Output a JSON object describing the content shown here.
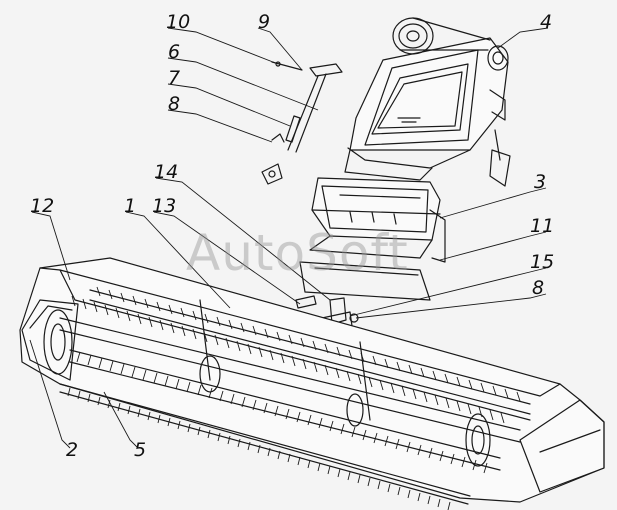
{
  "callouts": [
    {
      "id": "c10",
      "label": "10"
    },
    {
      "id": "c9",
      "label": "9"
    },
    {
      "id": "c4",
      "label": "4"
    },
    {
      "id": "c6",
      "label": "6"
    },
    {
      "id": "c7",
      "label": "7"
    },
    {
      "id": "c8a",
      "label": "8"
    },
    {
      "id": "c14",
      "label": "14"
    },
    {
      "id": "c3",
      "label": "3"
    },
    {
      "id": "c12",
      "label": "12"
    },
    {
      "id": "c1",
      "label": "1"
    },
    {
      "id": "c13",
      "label": "13"
    },
    {
      "id": "c11",
      "label": "11"
    },
    {
      "id": "c15",
      "label": "15"
    },
    {
      "id": "c8b",
      "label": "8"
    },
    {
      "id": "c2",
      "label": "2"
    },
    {
      "id": "c5",
      "label": "5"
    }
  ],
  "watermark": "AutoSoft",
  "colors": {
    "line": "#1a1a1a",
    "background": "#f4f4f4",
    "watermark": "#969696"
  }
}
